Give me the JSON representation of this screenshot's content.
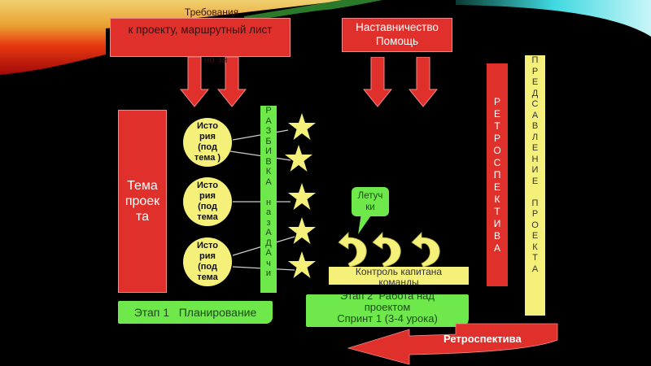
{
  "slide": {
    "background_colors": {
      "base": "#000000",
      "accent_warm": "#e84a1a",
      "accent_gold": "#e8b43a",
      "accent_cyan": "#3fd8e0"
    },
    "requirements_box": {
      "overflow_top": "Требования",
      "text": "к проекту, маршрутный лист",
      "overflow_bottom": "но      зн"
    },
    "mentoring_box": {
      "line1": "Наставничество",
      "line2": "Помощь"
    },
    "project_theme": {
      "text": "Тема проек та"
    },
    "stories": [
      {
        "text": "Исто рия (под тема )"
      },
      {
        "text": "Исто рия (под тема"
      },
      {
        "text": "Исто рия (под тема"
      }
    ],
    "breakdown_bar": {
      "letters": [
        "Р",
        "А",
        "З",
        "Б",
        "И",
        "В",
        "К",
        "А",
        " ",
        "н",
        "а",
        "з",
        "А",
        "Д",
        "А",
        "ч",
        "и"
      ]
    },
    "tasks": {
      "count": 5,
      "icon": "star-icon"
    },
    "flyer_callout": {
      "text": "Летуч ки"
    },
    "iterations": {
      "count": 3,
      "icon": "curved-arrow-icon"
    },
    "captain_control": {
      "text": "Контроль капитана команды"
    },
    "stage1": {
      "text": "Этап 1   Планирование"
    },
    "stage2": {
      "line1": "Этап 2  Работа над",
      "line2": "проектом",
      "line3": "Спринт 1 (3-4 урока)"
    },
    "retrospective_bar": {
      "letters": [
        "Р",
        "Е",
        "Т",
        "Р",
        "О",
        "С",
        "П",
        "Е",
        "К",
        "Т",
        "И",
        "В",
        "А"
      ]
    },
    "presentation_bar": {
      "letters": [
        "П",
        "Р",
        "Е",
        "Д",
        "С",
        "А",
        "В",
        "Л",
        "Е",
        "Н",
        "И",
        "Е",
        " ",
        "П",
        "Р",
        "О",
        "Е",
        "К",
        "Т",
        "А"
      ]
    },
    "retro_arrow": {
      "label": "Ретроспектива"
    },
    "colors": {
      "red": "#e0302c",
      "green": "#6ee84a",
      "yellow": "#f5f07a"
    }
  }
}
